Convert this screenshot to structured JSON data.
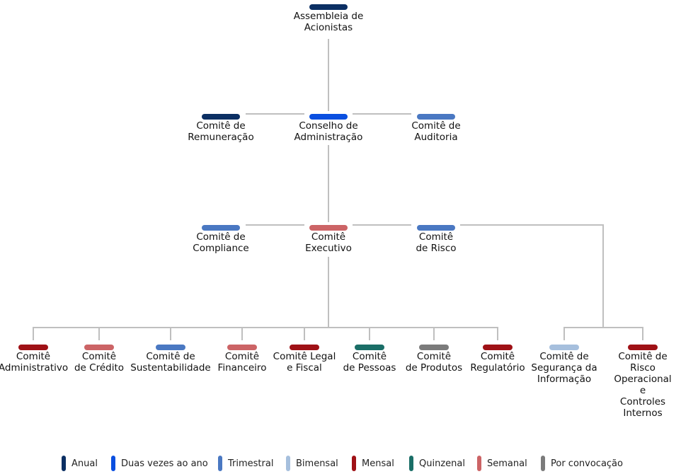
{
  "colors": {
    "anual": "#0b2f63",
    "duas_vezes": "#0a4fe0",
    "trimestral": "#4a78c2",
    "bimensal": "#a6bfdd",
    "mensal": "#9f1116",
    "quinzenal": "#1a6e67",
    "semanal": "#cc6466",
    "por_convocacao": "#7b7b7b",
    "line": "#bfbfbf"
  },
  "nodes": {
    "assembleia": {
      "label": "Assembleia de\nAcionistas",
      "freq": "anual"
    },
    "remuneracao": {
      "label": "Comitê de\nRemuneração",
      "freq": "anual"
    },
    "conselho": {
      "label": "Conselho de\nAdministração",
      "freq": "duas_vezes"
    },
    "auditoria": {
      "label": "Comitê de\nAuditoria",
      "freq": "trimestral"
    },
    "compliance": {
      "label": "Comitê de\nCompliance",
      "freq": "trimestral"
    },
    "executivo": {
      "label": "Comitê\nExecutivo",
      "freq": "semanal"
    },
    "risco": {
      "label": "Comitê\nde Risco",
      "freq": "trimestral"
    },
    "administrativo": {
      "label": "Comitê\nAdministrativo",
      "freq": "mensal"
    },
    "credito": {
      "label": "Comitê\nde Crédito",
      "freq": "semanal"
    },
    "sustentabilidade": {
      "label": "Comitê de\nSustentabilidade",
      "freq": "trimestral"
    },
    "financeiro": {
      "label": "Comitê\nFinanceiro",
      "freq": "semanal"
    },
    "legal_fiscal": {
      "label": "Comitê Legal\ne Fiscal",
      "freq": "mensal"
    },
    "pessoas": {
      "label": "Comitê\nde Pessoas",
      "freq": "quinzenal"
    },
    "produtos": {
      "label": "Comitê\nde Produtos",
      "freq": "por_convocacao"
    },
    "regulatorio": {
      "label": "Comitê\nRegulatório",
      "freq": "mensal"
    },
    "seguranca": {
      "label": "Comitê de\nSegurança da\nInformação",
      "freq": "bimensal"
    },
    "risco_operacional": {
      "label": "Comitê de Risco\nOperacional e\nControles\nInternos",
      "freq": "mensal"
    }
  },
  "legend": [
    {
      "label": "Anual",
      "freq": "anual"
    },
    {
      "label": "Duas vezes ao ano",
      "freq": "duas_vezes"
    },
    {
      "label": "Trimestral",
      "freq": "trimestral"
    },
    {
      "label": "Bimensal",
      "freq": "bimensal"
    },
    {
      "label": "Mensal",
      "freq": "mensal"
    },
    {
      "label": "Quinzenal",
      "freq": "quinzenal"
    },
    {
      "label": "Semanal",
      "freq": "semanal"
    },
    {
      "label": "Por convocação",
      "freq": "por_convocacao"
    }
  ]
}
